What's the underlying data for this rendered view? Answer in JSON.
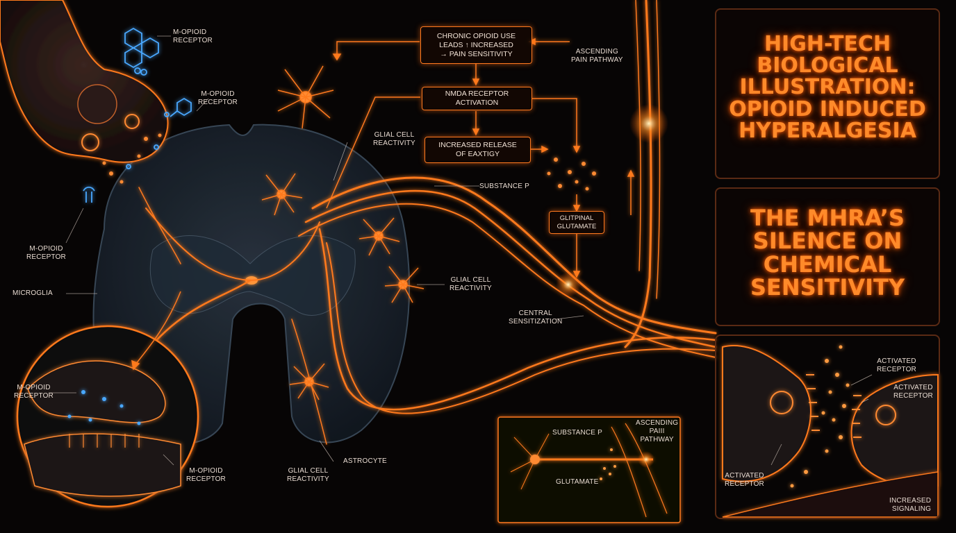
{
  "title_panel": {
    "title_lines": [
      "HIGH-TECH",
      "BIOLOGICAL",
      "ILLUSTRATION:",
      "OPIOID INDUCED",
      "HYPERALGESIA"
    ]
  },
  "subtitle_panel": {
    "lines": [
      "THE MHRA’S",
      "SILENCE ON",
      "CHEMICAL",
      "SENSITIVITY"
    ]
  },
  "flowchart": {
    "box1": [
      "CHRONIC OPIOID USE",
      "LEADS ↑ INCREASED",
      "→ PAIN SENSITIVITY"
    ],
    "box2": [
      "NMDA RECEPTOR",
      "ACTIVATION"
    ],
    "box3": [
      "INCREASED RELEASE",
      "OF EAXTIGY"
    ],
    "box4": [
      "GLITPINAL",
      "GLUTAMATE"
    ]
  },
  "labels": {
    "mu_opioid_top": [
      "µ-OPIOID",
      "RECEPTOR"
    ],
    "mu_opioid_mid": [
      "µ-OPIOID",
      "RECEPTOR"
    ],
    "mu_opioid_left": [
      "µ-OPIOID",
      "RECEPTOR"
    ],
    "microglia": "MICROGLIA",
    "mu_opioid_inset_left": [
      "µ-OPIOID",
      "RECEPTOR"
    ],
    "mu_opioid_inset_bottom": [
      "µ-OPIOID",
      "RECEPTOR"
    ],
    "glial_top": [
      "GLIAL CELL",
      "REACTIVITY"
    ],
    "substance_p": "SUBSTANCE P",
    "glial_mid": [
      "GLIAL CELL",
      "REACTIVITY"
    ],
    "central_sensitization": [
      "CENTRAL",
      "SENSITIZATION"
    ],
    "astrocyte": "ASTROCYTE",
    "glial_bottom": [
      "GLIAL CELL",
      "REACTIVITY"
    ],
    "ascending_top": [
      "ASCENDING",
      "PAIN PATHWAY"
    ]
  },
  "inset_pathway": {
    "substance_p": "SUBSTANCE P",
    "ascending": [
      "ASCENDING",
      "PAIII",
      "PATHWAY"
    ],
    "glutamate": "GLUTAMATE"
  },
  "synapse_panel": {
    "activated_1": [
      "ACTIVATED",
      "RECEPTOR"
    ],
    "activated_2": [
      "ACTIVATED",
      "RECEPTOR"
    ],
    "activated_3": [
      "ACTIVATED",
      "RECEPTOR"
    ],
    "increased_signaling": [
      "INCREASED",
      "SIGNALING"
    ]
  },
  "colors": {
    "accent": "#ff7a1f",
    "glow": "#ffb060",
    "tissue": "#1a2430",
    "receptor": "#4aa8ff"
  }
}
